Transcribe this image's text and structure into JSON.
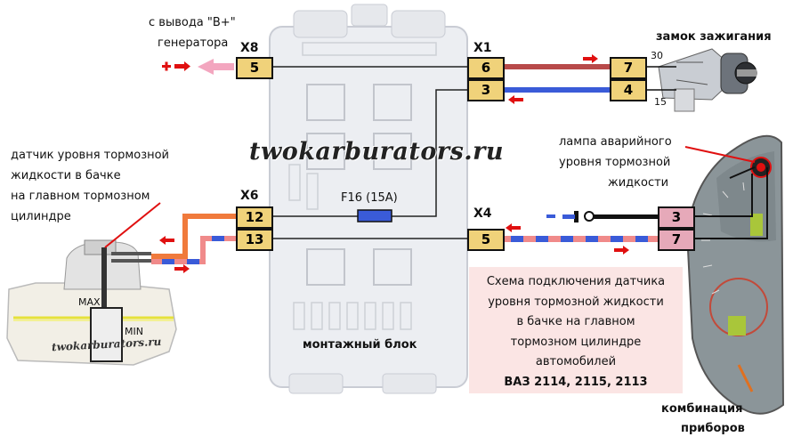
{
  "labels": {
    "generator": [
      "с вывода \"В+\"",
      "генератора"
    ],
    "ignition": "замок зажигания",
    "ign_pin_30": "30",
    "ign_pin_15": "15",
    "sensor": [
      "датчик уровня тормозной",
      "жидкости в бачке",
      "на главном тормозном",
      "цилиндре"
    ],
    "lamp": [
      "лампа аварийного",
      "уровня тормозной",
      "жидкости"
    ],
    "cluster": [
      "комбинация",
      "приборов"
    ],
    "mounting_block": "монтажный блок",
    "fuse": "F16 (15А)",
    "max": "MAX",
    "min": "MIN"
  },
  "connectors": {
    "x8": "X8",
    "x1": "X1",
    "x6": "X6",
    "x4": "X4"
  },
  "pins": {
    "x8_5": "5",
    "x1_6": "6",
    "x1_3": "3",
    "ign_7": "7",
    "ign_4": "4",
    "x6_12": "12",
    "x6_13": "13",
    "x4_5": "5",
    "cl_3": "3",
    "cl_7": "7"
  },
  "caption": [
    "Схема подключения датчика",
    "уровня тормозной жидкости",
    "в бачке на главном",
    "тормозном цилиндре",
    "автомобилей",
    "ВАЗ 2114, 2115, 2113"
  ],
  "watermark": "twokarburators.ru",
  "watermark_small": "twokarburators.ru",
  "colors": {
    "wire_red": "#b84a4a",
    "wire_blue": "#3a5bd8",
    "wire_orange": "#f07a3c",
    "wire_pink": "#f3a0b8",
    "pin_yellow": "#f0d27a",
    "pin_pink": "#e6a9b9",
    "caption_bg": "#fbe5e4",
    "arrow_red": "#e01010"
  }
}
